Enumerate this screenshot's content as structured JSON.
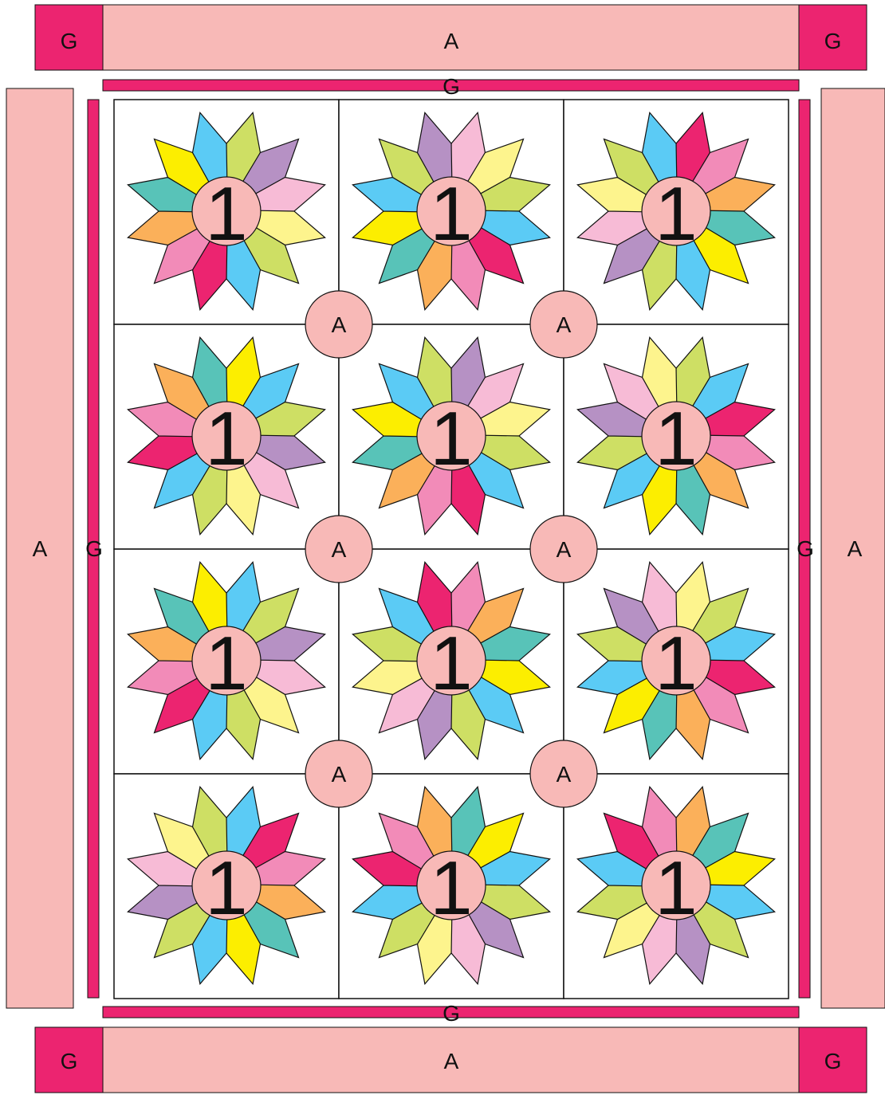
{
  "labels": {
    "border_outer": "A",
    "border_inner": "G",
    "corner": "G",
    "cornerstone": "A",
    "block": "1"
  },
  "colors": {
    "outer_border": "#f8b9b7",
    "inner_border": "#ec2470",
    "corner_square": "#ec2470",
    "cornerstone": "#f8b9b7",
    "block_center": "#f8b9b7",
    "background": "#ffffff",
    "outline": "#111111",
    "petals": {
      "teal": "#58c3b8",
      "yellow": "#fcee00",
      "blue": "#5bcbf5",
      "green": "#cedf64",
      "purple": "#b691c4",
      "pink": "#f7bbd6",
      "lightyellow": "#fdf48d",
      "magenta": "#ec2470",
      "orange": "#fbb05a",
      "rose": "#f28bb8"
    }
  },
  "grid": {
    "rows": 4,
    "cols": 3
  },
  "blocks": [
    [
      "green",
      "purple",
      "pink",
      "lightyellow",
      "green",
      "blue",
      "magenta",
      "rose",
      "orange",
      "teal",
      "yellow",
      "blue"
    ],
    [
      "pink",
      "lightyellow",
      "green",
      "blue",
      "magenta",
      "rose",
      "orange",
      "teal",
      "yellow",
      "blue",
      "green",
      "purple"
    ],
    [
      "magenta",
      "rose",
      "orange",
      "teal",
      "yellow",
      "blue",
      "green",
      "purple",
      "pink",
      "lightyellow",
      "green",
      "blue"
    ],
    [
      "yellow",
      "blue",
      "green",
      "purple",
      "pink",
      "lightyellow",
      "green",
      "blue",
      "magenta",
      "rose",
      "orange",
      "teal"
    ],
    [
      "purple",
      "pink",
      "lightyellow",
      "green",
      "blue",
      "magenta",
      "rose",
      "orange",
      "teal",
      "yellow",
      "blue",
      "green"
    ],
    [
      "green",
      "blue",
      "magenta",
      "rose",
      "orange",
      "teal",
      "yellow",
      "blue",
      "green",
      "purple",
      "pink",
      "lightyellow"
    ],
    [
      "blue",
      "green",
      "purple",
      "pink",
      "lightyellow",
      "green",
      "blue",
      "magenta",
      "rose",
      "orange",
      "teal",
      "yellow"
    ],
    [
      "rose",
      "orange",
      "teal",
      "yellow",
      "blue",
      "green",
      "purple",
      "pink",
      "lightyellow",
      "green",
      "blue",
      "magenta"
    ],
    [
      "lightyellow",
      "green",
      "blue",
      "magenta",
      "rose",
      "orange",
      "teal",
      "yellow",
      "blue",
      "green",
      "purple",
      "pink"
    ],
    [
      "blue",
      "magenta",
      "rose",
      "orange",
      "teal",
      "yellow",
      "blue",
      "green",
      "purple",
      "pink",
      "lightyellow",
      "green"
    ],
    [
      "teal",
      "yellow",
      "blue",
      "green",
      "purple",
      "pink",
      "lightyellow",
      "green",
      "blue",
      "magenta",
      "rose",
      "orange"
    ],
    [
      "orange",
      "teal",
      "yellow",
      "blue",
      "green",
      "purple",
      "pink",
      "lightyellow",
      "green",
      "blue",
      "magenta",
      "rose"
    ]
  ]
}
